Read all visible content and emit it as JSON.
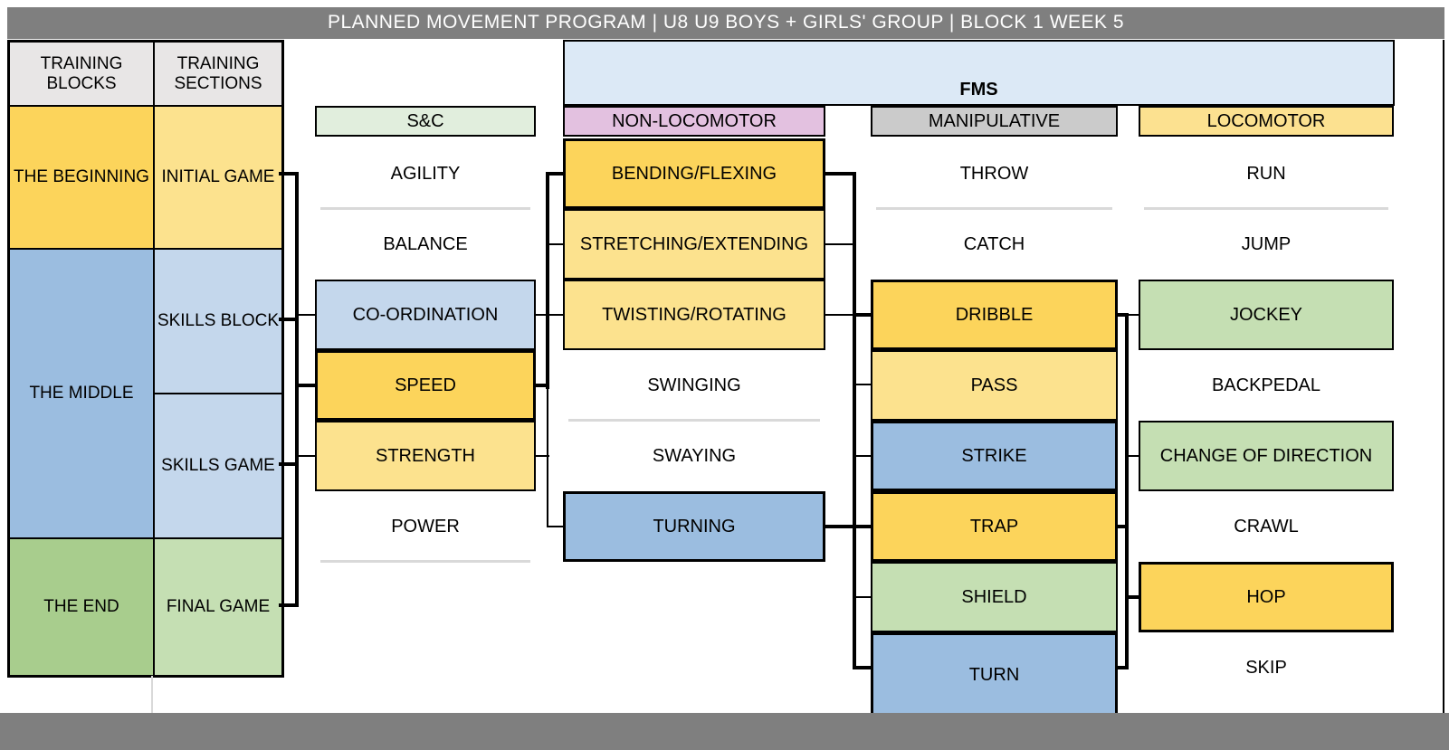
{
  "title_bar": {
    "text": "PLANNED MOVEMENT PROGRAM | U8 U9 BOYS + GIRLS' GROUP | BLOCK 1 WEEK 5"
  },
  "left_table": {
    "headers": {
      "blocks": "TRAINING BLOCKS",
      "sections": "TRAINING SECTIONS"
    },
    "blocks": [
      {
        "label": "THE BEGINNING",
        "fill": "#FCD45B"
      },
      {
        "label": "THE MIDDLE",
        "fill": "#9BBDE0"
      },
      {
        "label": "THE END",
        "fill": "#A8CD8D"
      }
    ],
    "sections": [
      {
        "label": "INITIAL GAME",
        "fill": "#FCE28E"
      },
      {
        "label": "SKILLS BLOCK",
        "fill": "#C4D7EC"
      },
      {
        "label": "SKILLS GAME",
        "fill": "#C4D7EC"
      },
      {
        "label": "FINAL GAME",
        "fill": "#C5DFB3"
      }
    ]
  },
  "fms": {
    "label": "FMS",
    "band_fill": "#DCE9F6"
  },
  "sc": {
    "header": "S&C",
    "header_fill": "#E1EEDD",
    "items": [
      {
        "label": "AGILITY",
        "style": "plain"
      },
      {
        "label": "BALANCE",
        "style": "plain"
      },
      {
        "label": "CO-ORDINATION",
        "style": "box",
        "fill": "#C4D7EC",
        "emphasis": false
      },
      {
        "label": "SPEED",
        "style": "box",
        "fill": "#FCD45B",
        "emphasis": true
      },
      {
        "label": "STRENGTH",
        "style": "box",
        "fill": "#FCE28E",
        "emphasis": false
      },
      {
        "label": "POWER",
        "style": "plain"
      }
    ]
  },
  "non_locomotor": {
    "header": "NON-LOCOMOTOR",
    "header_fill": "#E3C1E0",
    "items": [
      {
        "label": "BENDING/FLEXING",
        "style": "box",
        "fill": "#FCD45B",
        "emphasis": true
      },
      {
        "label": "STRETCHING/EXTENDING",
        "style": "box",
        "fill": "#FCE28E",
        "emphasis": false
      },
      {
        "label": "TWISTING/ROTATING",
        "style": "box",
        "fill": "#FCE28E",
        "emphasis": false
      },
      {
        "label": "SWINGING",
        "style": "plain"
      },
      {
        "label": "SWAYING",
        "style": "plain"
      },
      {
        "label": "TURNING",
        "style": "box",
        "fill": "#9BBDE0",
        "emphasis": true
      }
    ]
  },
  "manipulative": {
    "header": "MANIPULATIVE",
    "header_fill": "#CBCBCB",
    "items": [
      {
        "label": "THROW",
        "style": "plain"
      },
      {
        "label": "CATCH",
        "style": "plain"
      },
      {
        "label": "DRIBBLE",
        "style": "box",
        "fill": "#FCD45B",
        "emphasis": true
      },
      {
        "label": "PASS",
        "style": "box",
        "fill": "#FCE28E",
        "emphasis": false
      },
      {
        "label": "STRIKE",
        "style": "box",
        "fill": "#9BBDE0",
        "emphasis": true
      },
      {
        "label": "TRAP",
        "style": "box",
        "fill": "#FCD45B",
        "emphasis": true
      },
      {
        "label": "SHIELD",
        "style": "box",
        "fill": "#C5DFB3",
        "emphasis": false
      },
      {
        "label": "TURN",
        "style": "box",
        "fill": "#9BBDE0",
        "emphasis": true
      }
    ]
  },
  "locomotor": {
    "header": "LOCOMOTOR",
    "header_fill": "#FCE190",
    "items": [
      {
        "label": "RUN",
        "style": "plain"
      },
      {
        "label": "JUMP",
        "style": "plain"
      },
      {
        "label": "JOCKEY",
        "style": "box",
        "fill": "#C5DFB3",
        "emphasis": false
      },
      {
        "label": "BACKPEDAL",
        "style": "plain"
      },
      {
        "label": "CHANGE OF DIRECTION",
        "style": "box",
        "fill": "#C5DFB3",
        "emphasis": false
      },
      {
        "label": "CRAWL",
        "style": "plain"
      },
      {
        "label": "HOP",
        "style": "box",
        "fill": "#FCD45B",
        "emphasis": true
      },
      {
        "label": "SKIP",
        "style": "plain"
      }
    ]
  },
  "colors": {
    "title_bar": "#7F7F7F",
    "footer_bar": "#7F7F7F",
    "header_cell_gray": "#E8E6E6",
    "gold": "#FCD45B",
    "light_gold": "#FCE28E",
    "mid_blue": "#9BBDE0",
    "light_blue": "#C4D7EC",
    "green": "#A8CD8D",
    "light_green": "#C5DFB3",
    "fms_band": "#DCE9F6",
    "divider_gray": "#D9D9D9",
    "connector_black": "#000000"
  }
}
